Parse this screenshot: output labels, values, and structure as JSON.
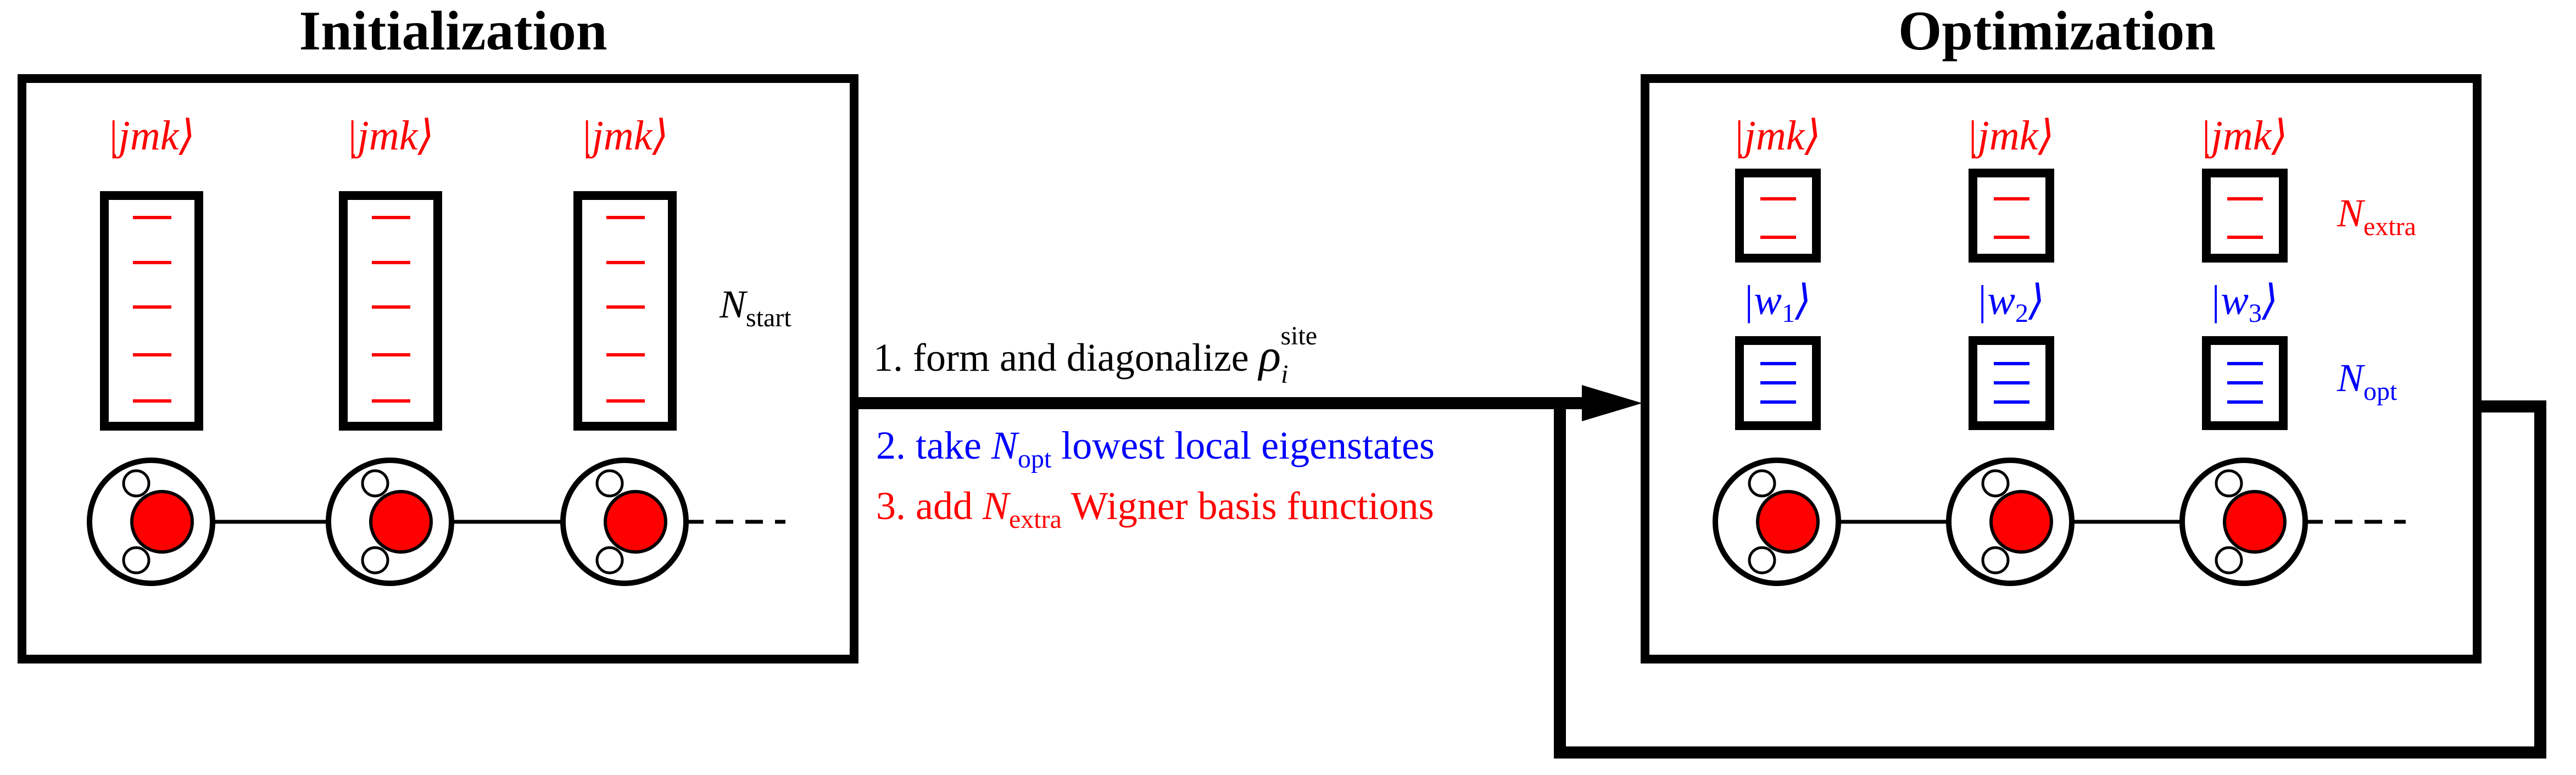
{
  "colors": {
    "ink": "#000000",
    "accent": "#ff0000",
    "blue": "#0000ff",
    "white": "#ffffff"
  },
  "initialization": {
    "title": "Initialization",
    "ket_label": "|jmk⟩",
    "n_start_symbol": "N",
    "n_start_subscript": "start"
  },
  "optimization": {
    "title": "Optimization",
    "ket_label": "|jmk⟩",
    "w_kets": [
      {
        "prefix": "|w",
        "index": "1",
        "suffix": "⟩"
      },
      {
        "prefix": "|w",
        "index": "2",
        "suffix": "⟩"
      },
      {
        "prefix": "|w",
        "index": "3",
        "suffix": "⟩"
      }
    ],
    "n_extra_symbol": "N",
    "n_extra_subscript": "extra",
    "n_opt_symbol": "N",
    "n_opt_subscript": "opt"
  },
  "steps": {
    "step1_text": "1. form and diagonalize ",
    "step1_symbol": "ρ",
    "step1_subscript": "i",
    "step1_superscript": "site",
    "step2_prefix": "2. take ",
    "step2_symbol": "N",
    "step2_subscript": "opt",
    "step2_suffix": " lowest local eigenstates",
    "step3_prefix": "3. add ",
    "step3_symbol": "N",
    "step3_subscript": "extra",
    "step3_suffix": " Wigner basis functions"
  }
}
